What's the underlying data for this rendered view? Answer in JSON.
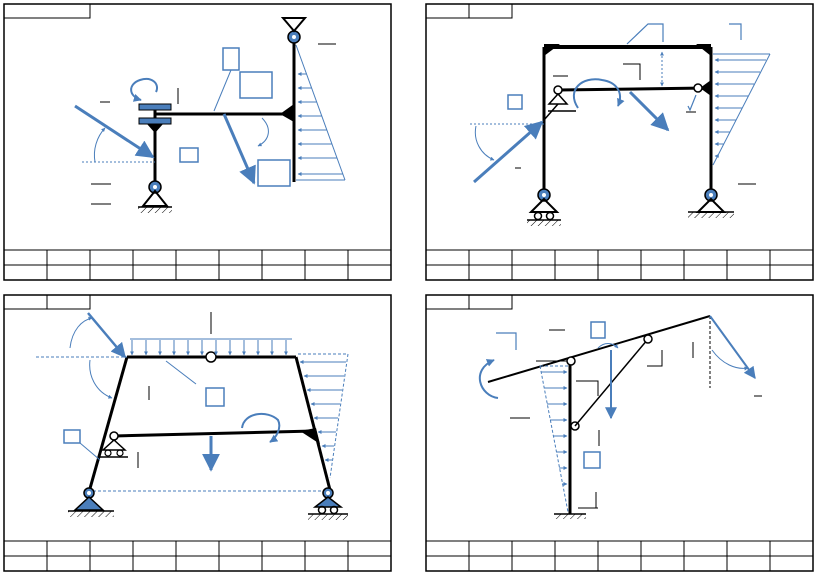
{
  "page": {
    "panels": [
      {
        "id": "panel-1",
        "title": ""
      },
      {
        "id": "panel-2",
        "title": ""
      },
      {
        "id": "panel-3",
        "title": ""
      },
      {
        "id": "panel-4",
        "title": ""
      }
    ],
    "data_table": {
      "rows": 2,
      "columns": 9
    }
  },
  "colors": {
    "structure": "#000000",
    "load": "#4a7ebb",
    "support_fill": "#4a7ebb",
    "hinge_ring": "#4a7ebb",
    "background": "#ffffff"
  },
  "icons": [
    "pin-support-icon",
    "roller-support-icon",
    "hinge-icon",
    "moment-arrow-icon",
    "force-arrow-icon",
    "distributed-load-icon",
    "ground-hatch-icon"
  ]
}
